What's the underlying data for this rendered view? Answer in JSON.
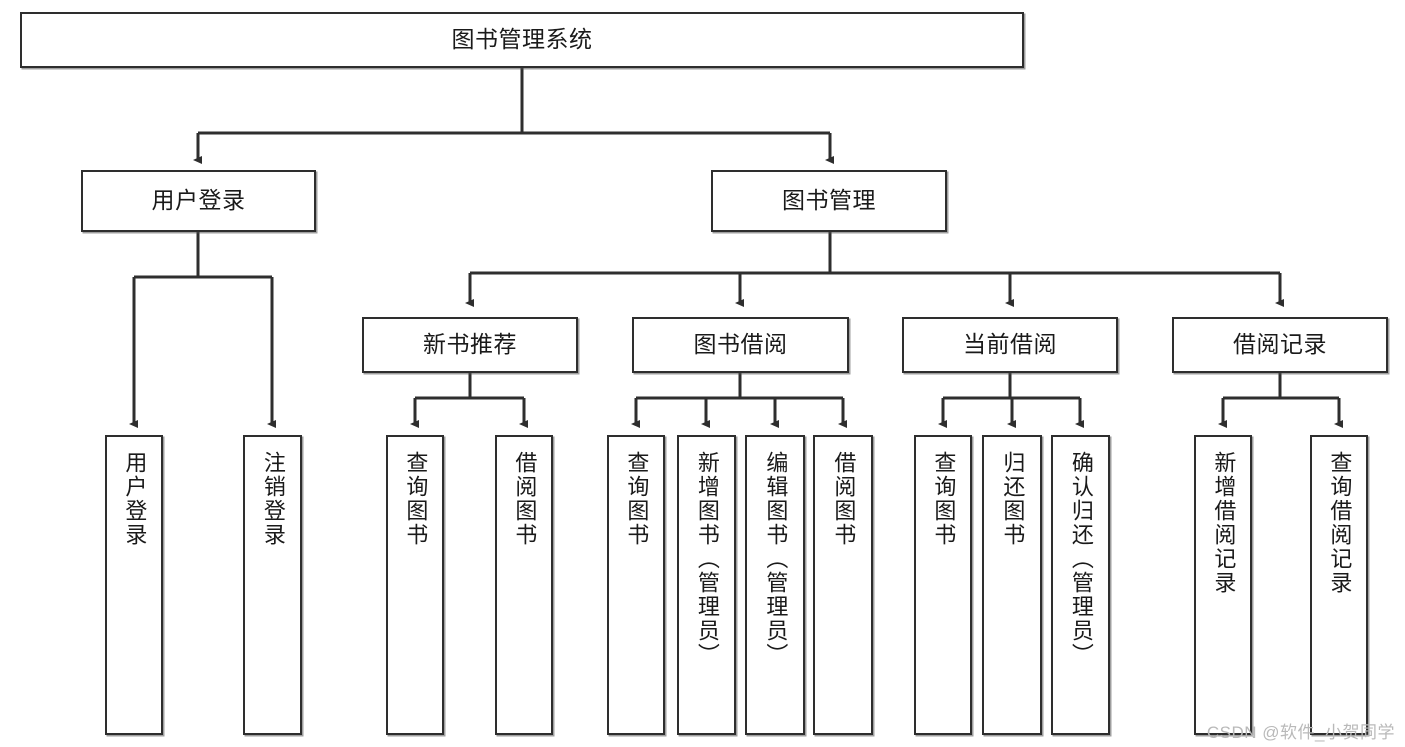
{
  "diagram": {
    "title": "图书管理系统",
    "type": "tree-hierarchy-chart",
    "root": {
      "id": "root",
      "label": "图书管理系统"
    },
    "level1": [
      {
        "id": "user-login",
        "label": "用户登录"
      },
      {
        "id": "book-manage",
        "label": "图书管理"
      }
    ],
    "level2": [
      {
        "id": "new-book-rec",
        "label": "新书推荐"
      },
      {
        "id": "book-borrow",
        "label": "图书借阅"
      },
      {
        "id": "current-borrow",
        "label": "当前借阅"
      },
      {
        "id": "borrow-record",
        "label": "借阅记录"
      }
    ],
    "leaves": {
      "user_login": [
        {
          "id": "leaf-user-login",
          "label": "用户登录"
        },
        {
          "id": "leaf-logout-login",
          "label": "注销登录"
        }
      ],
      "new_book_rec": [
        {
          "id": "leaf-query-book-1",
          "label": "查询图书"
        },
        {
          "id": "leaf-borrow-book-1",
          "label": "借阅图书"
        }
      ],
      "book_borrow": [
        {
          "id": "leaf-query-book-2",
          "label": "查询图书"
        },
        {
          "id": "leaf-add-book",
          "label": "新增图书（管理员）"
        },
        {
          "id": "leaf-edit-book",
          "label": "编辑图书（管理员）"
        },
        {
          "id": "leaf-borrow-book-2",
          "label": "借阅图书"
        }
      ],
      "current_borrow": [
        {
          "id": "leaf-query-book-3",
          "label": "查询图书"
        },
        {
          "id": "leaf-return-book",
          "label": "归还图书"
        },
        {
          "id": "leaf-confirm-return",
          "label": "确认归还（管理员）"
        }
      ],
      "borrow_record": [
        {
          "id": "leaf-add-record",
          "label": "新增借阅记录"
        },
        {
          "id": "leaf-query-record",
          "label": "查询借阅记录"
        }
      ]
    }
  },
  "watermark": {
    "text": "CSDN @软件_小贺同学"
  },
  "colors": {
    "background": "#ffffff",
    "box_border": "#2e2e2e",
    "edge": "#2e2e2e",
    "text": "#1a1a1a",
    "watermark": "#b9b9b9"
  }
}
